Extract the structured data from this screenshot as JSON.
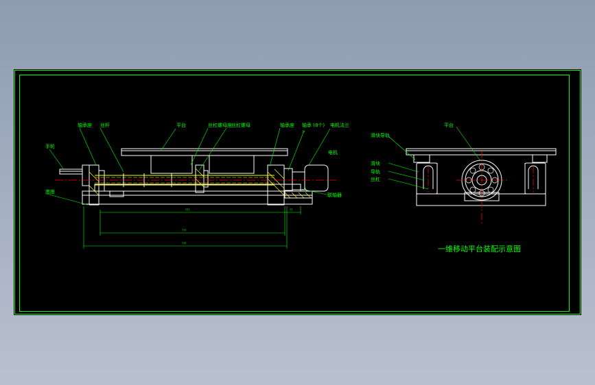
{
  "title": "一维移动平台装配示意图",
  "labels": {
    "handwheel": "手轮",
    "bearing_seat_left": "轴承座",
    "screw_left": "丝杆",
    "platform": "平台",
    "nut_seat": "丝杠螺母座",
    "screw_nut": "丝杠螺母",
    "bearing_seat_right": "轴承座",
    "bearing": "轴承 (8个)",
    "motor_flange": "电机法兰",
    "motor": "电机",
    "base": "底座",
    "coupling": "联轴器",
    "platform_r": "平台",
    "guide_block": "滑块导轨",
    "slider": "滑块",
    "rail": "导轨",
    "screw_r": "丝杠"
  },
  "dims": {
    "d1": "???",
    "d2": "???",
    "d3": "???",
    "d4": "??",
    "d5": "??"
  },
  "colors": {
    "viewport": "#000000",
    "lines": "#ffffff",
    "annotation": "#00ff00",
    "axis": "#ff0000",
    "shaft": "#ffff00",
    "hatch": "#ffff00"
  }
}
